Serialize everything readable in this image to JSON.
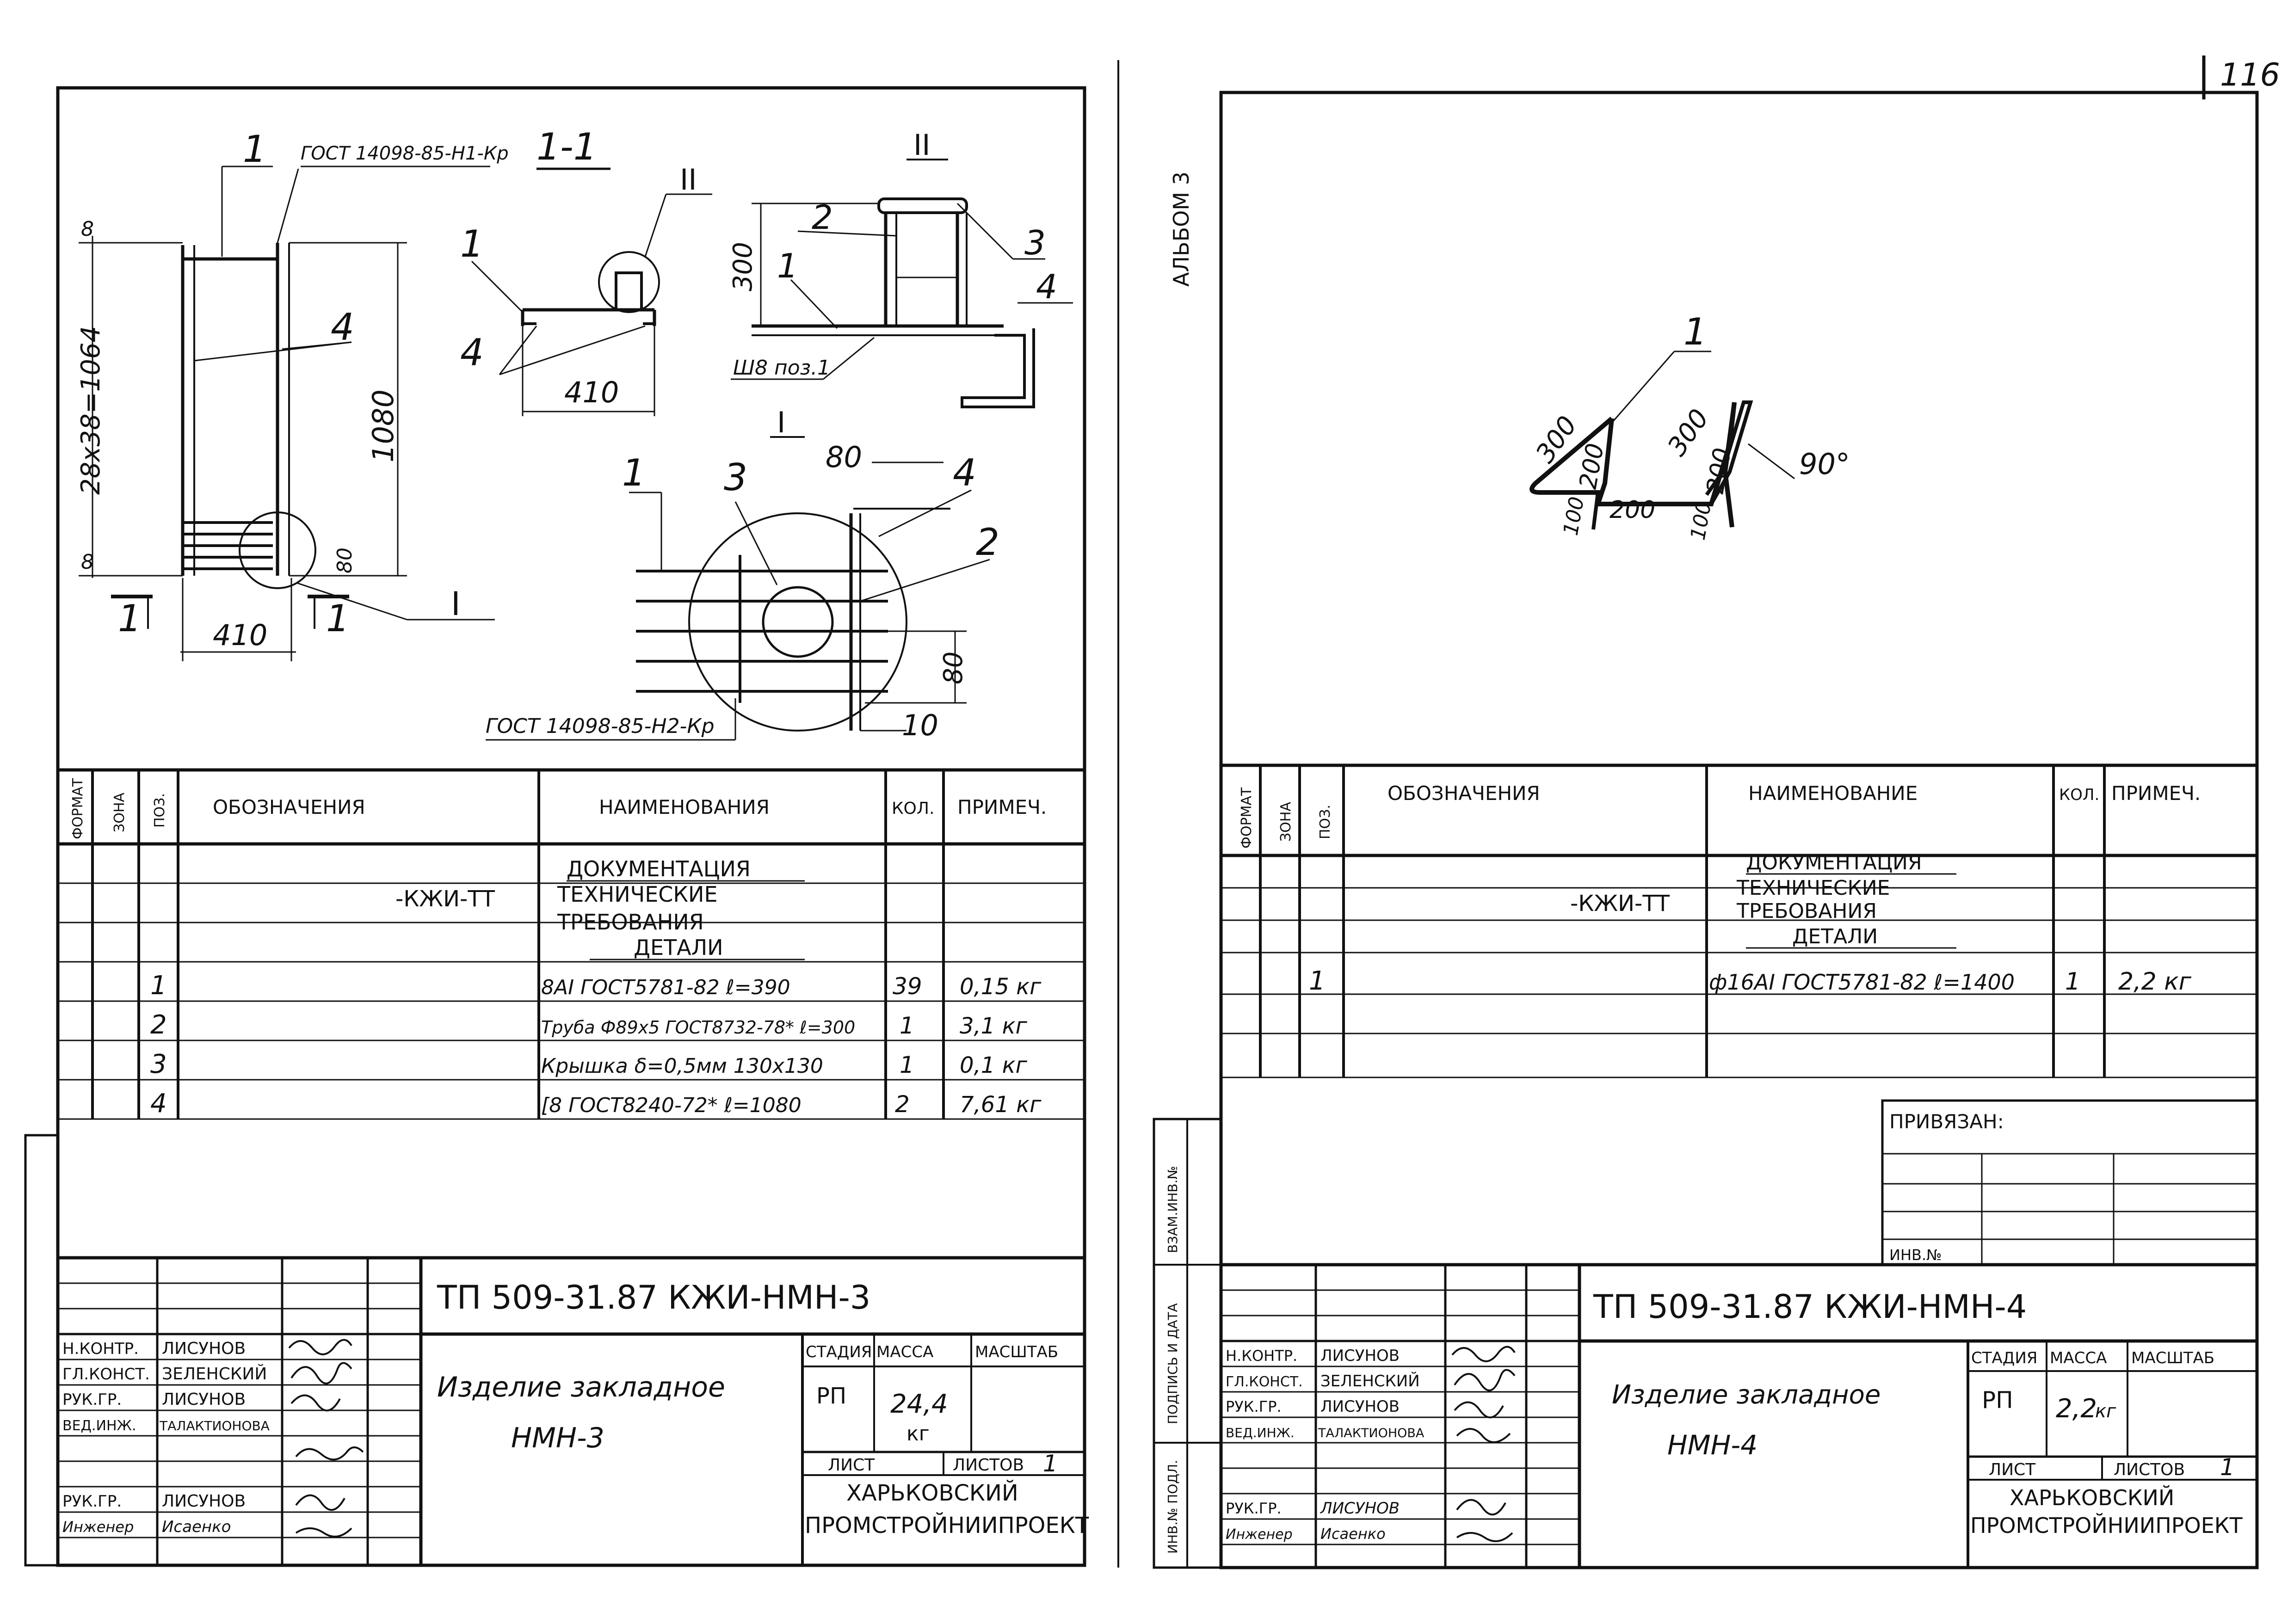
{
  "page_number": "116",
  "album_label": "АЛЬБОМ 3",
  "left_sheet": {
    "drawing": {
      "section_label": "1-1",
      "gost_top": "ГОСТ 14098-85-Н1-Кр",
      "gost_bottom": "ГОСТ 14098-85-Н2-Кр",
      "callout_I": "I",
      "callout_II": "II",
      "dim_vertical": "28x38=1064",
      "dim_1080": "1080",
      "dim_410": "410",
      "dim_410_section": "410",
      "dim_80": "80",
      "dim_80_top": "80",
      "dim_80_right": "80",
      "dim_10": "10",
      "dim_300": "300",
      "dim_8a": "8",
      "dim_8b": "8",
      "weld_note": "Ш8 поз.1",
      "section_mark_a": "1",
      "section_mark_b": "1",
      "pos": [
        "1",
        "2",
        "3",
        "4"
      ]
    },
    "table": {
      "headers": {
        "format": "ФОРМАТ",
        "zone": "ЗОНА",
        "pos": "ПОЗ.",
        "designation": "ОБОЗНАЧЕНИЯ",
        "name": "НАИМЕНОВАНИЯ",
        "qty": "КОЛ.",
        "note": "ПРИМЕЧ."
      },
      "doc_section": "ДОКУМЕНТАЦИЯ",
      "tech_designation": "-КЖИ-ТТ",
      "tech_name_1": "ТЕХНИЧЕСКИЕ",
      "tech_name_2": "ТРЕБОВАНИЯ",
      "details_section": "ДЕТАЛИ",
      "rows": [
        {
          "pos": "1",
          "name": "8AI ГОСТ5781-82 ℓ=390",
          "qty": "39",
          "note": "0,15 кг"
        },
        {
          "pos": "2",
          "name": "Труба Ф89х5 ГОСТ8732-78* ℓ=300",
          "qty": "1",
          "note": "3,1 кг"
        },
        {
          "pos": "3",
          "name": "Крышка δ=0,5мм 130х130",
          "qty": "1",
          "note": "0,1 кг"
        },
        {
          "pos": "4",
          "name": "[8 ГОСТ8240-72* ℓ=1080",
          "qty": "2",
          "note": "7,61 кг"
        }
      ]
    },
    "title_block": {
      "code": "ТП 509-31.87  КЖИ-НМН-3",
      "title_1": "Изделие закладное",
      "title_2": "НМН-3",
      "stage_label": "СТАДИЯ",
      "mass_label": "МАССА",
      "scale_label": "МАСШТАБ",
      "stage_value": "РП",
      "mass_value": "24,4",
      "mass_unit": "кг",
      "sheet_label": "ЛИСТ",
      "sheets_label": "ЛИСТОВ",
      "sheets_value": "1",
      "org_1": "ХАРЬКОВСКИЙ",
      "org_2": "ПРОМСТРОЙНИИПРОЕКТ",
      "staff": [
        {
          "role": "Н.КОНТР.",
          "name": "ЛИСУНОВ"
        },
        {
          "role": "ГЛ.КОНСТ.",
          "name": "ЗЕЛЕНСКИЙ"
        },
        {
          "role": "РУК.ГР.",
          "name": "ЛИСУНОВ"
        },
        {
          "role": "ВЕД.ИНЖ.",
          "name": "ТАЛАКТИОНОВА"
        },
        {
          "role": "РУК.ГР.",
          "name": "ЛИСУНОВ"
        },
        {
          "role": "Инженер",
          "name": "Исаенко"
        }
      ]
    }
  },
  "right_sheet": {
    "drawing": {
      "pos_label": "1",
      "angle": "90°",
      "dims": [
        "300",
        "200",
        "100",
        "200",
        "300",
        "200",
        "100"
      ]
    },
    "table": {
      "headers": {
        "format": "ФОРМАТ",
        "zone": "ЗОНА",
        "pos": "ПОЗ.",
        "designation": "ОБОЗНАЧЕНИЯ",
        "name": "НАИМЕНОВАНИЕ",
        "qty": "КОЛ.",
        "note": "ПРИМЕЧ."
      },
      "doc_section": "ДОКУМЕНТАЦИЯ",
      "tech_designation": "-КЖИ-ТТ",
      "tech_name_1": "ТЕХНИЧЕСКИЕ",
      "tech_name_2": "ТРЕБОВАНИЯ",
      "details_section": "ДЕТАЛИ",
      "rows": [
        {
          "pos": "1",
          "name": "ф16AI ГОСТ5781-82 ℓ=1400",
          "qty": "1",
          "note": "2,2 кг"
        }
      ]
    },
    "privyazan": "ПРИВЯЗАН:",
    "inv_no": "ИНВ.№",
    "side_stamp": [
      "ИНВ.№ ПОДЛ.",
      "ПОДПИСЬ И ДАТА",
      "ВЗАМ.ИНВ.№"
    ],
    "title_block": {
      "code": "ТП 509-31.87  КЖИ-НМН-4",
      "title_1": "Изделие закладное",
      "title_2": "НМН-4",
      "stage_label": "СТАДИЯ",
      "mass_label": "МАССА",
      "scale_label": "МАСШТАБ",
      "stage_value": "РП",
      "mass_value": "2,2",
      "mass_unit": "кг",
      "sheet_label": "ЛИСТ",
      "sheets_label": "ЛИСТОВ",
      "sheets_value": "1",
      "org_1": "ХАРЬКОВСКИЙ",
      "org_2": "ПРОМСТРОЙНИИПРОЕКТ",
      "staff": [
        {
          "role": "Н.КОНТР.",
          "name": "ЛИСУНОВ"
        },
        {
          "role": "ГЛ.КОНСТ.",
          "name": "ЗЕЛЕНСКИЙ"
        },
        {
          "role": "РУК.ГР.",
          "name": "ЛИСУНОВ"
        },
        {
          "role": "ВЕД.ИНЖ.",
          "name": "ТАЛАКТИОНОВА"
        },
        {
          "role": "РУК.ГР.",
          "name": "ЛИСУНОВ"
        },
        {
          "role": "Инженер",
          "name": "Исаенко"
        }
      ]
    }
  }
}
